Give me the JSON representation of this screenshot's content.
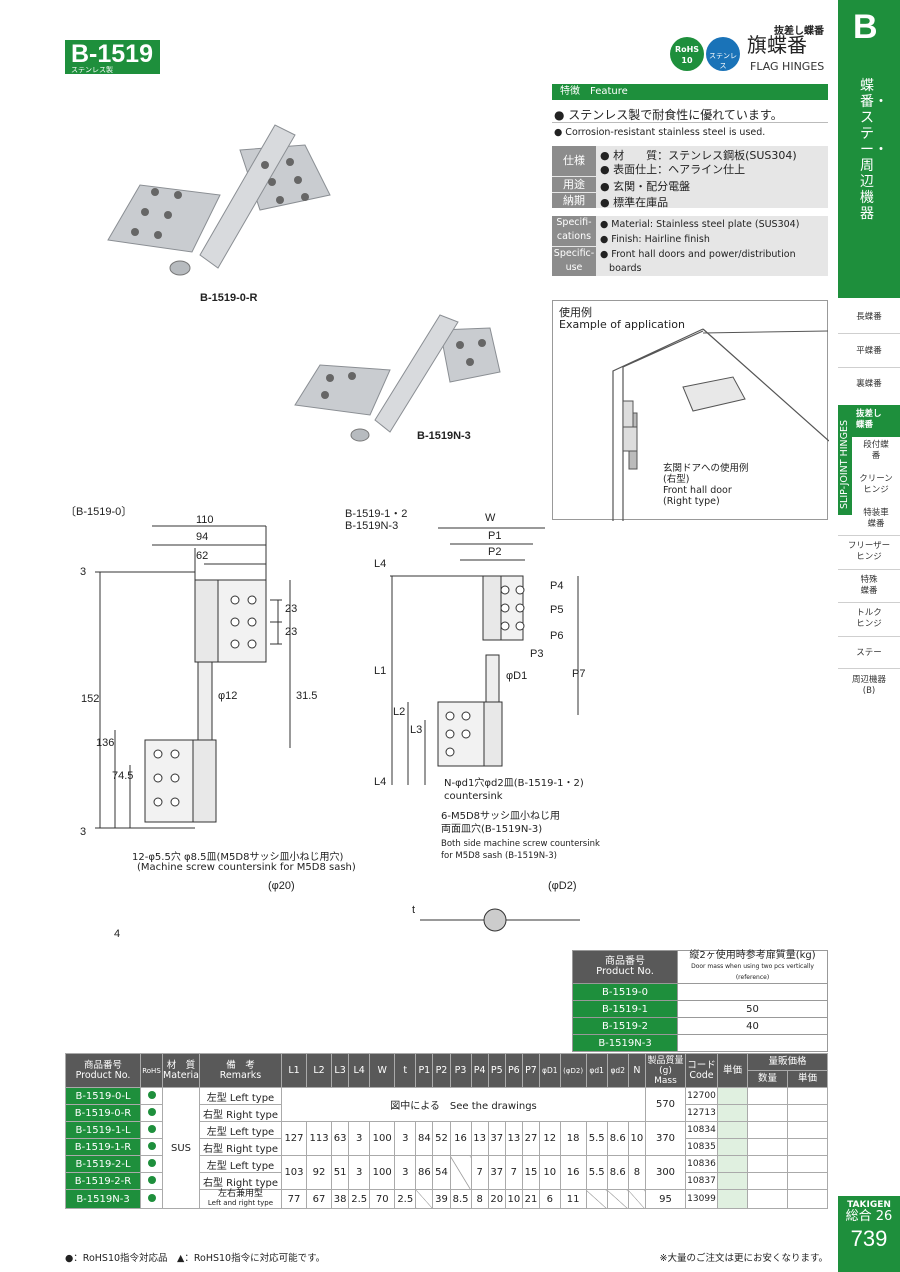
{
  "header": {
    "code": "B-1519",
    "code_sub": "ステンレス製",
    "jp_small": "抜差し蝶番",
    "jp_title": "旗蝶番",
    "en_title": "FLAG HINGES",
    "rohs_line1": "RoHS",
    "rohs_line2": "10",
    "sus_badge": "ステンレス"
  },
  "sidebar": {
    "letter": "B",
    "vertical": "蝶番・ステー・周辺機器",
    "slip": "SLIP-JOINT HINGES",
    "items": [
      "長蝶番",
      "平蝶番",
      "裏蝶番",
      "抜差し蝶番",
      "段付蝶番",
      "クリーンヒンジ",
      "特装車蝶番",
      "フリーザーヒンジ",
      "特殊蝶番",
      "トルクヒンジ",
      "ステー",
      "周辺機器(B)"
    ]
  },
  "feature": {
    "bar": "特徴　Feature",
    "jp": "● ステンレス製で耐食性に優れています。",
    "en": "● Corrosion-resistant stainless steel is used."
  },
  "spec_jp": [
    {
      "k": "仕様",
      "lines": [
        "● 材　　質：ステンレス鋼板(SUS304)",
        "● 表面仕上：ヘアライン仕上"
      ]
    },
    {
      "k": "用途",
      "lines": [
        "● 玄関・配分電盤"
      ]
    },
    {
      "k": "納期",
      "lines": [
        "● 標準在庫品"
      ]
    }
  ],
  "spec_en": [
    {
      "k1": "Specifi-",
      "k2": "cations",
      "lines": [
        "● Material: Stainless steel plate (SUS304)",
        "● Finish: Hairline finish"
      ]
    },
    {
      "k1": "Specific-",
      "k2": "use",
      "lines": [
        "● Front hall doors and power/distribution",
        "   boards"
      ]
    }
  ],
  "application": {
    "title": "使用例",
    "title_en": "Example of application",
    "cap1": "玄関ドアへの使用例",
    "cap2": "(右型)",
    "cap3": "Front hall door",
    "cap4": "(Right type)"
  },
  "photos": {
    "p1": "B-1519-0-R",
    "p2": "B-1519N-3"
  },
  "drawing1": {
    "title": "〔B-1519-0〕",
    "d110": "110",
    "d94": "94",
    "d62": "62",
    "d3a": "3",
    "d23a": "23",
    "d23b": "23",
    "d152": "152",
    "d136": "136",
    "d12": "φ12",
    "d315": "31.5",
    "d745": "74.5",
    "d3b": "3",
    "note1": "12-φ5.5穴 φ8.5皿(M5D8サッシ皿小ねじ用穴)",
    "note2": "(Machine screw countersink for M5D8 sash)",
    "d20": "(φ20)",
    "d4": "4"
  },
  "drawing2": {
    "title1": "B-1519-1・2",
    "title2": "B-1519N-3",
    "W": "W",
    "P1": "P1",
    "P2": "P2",
    "L4a": "L4",
    "P4": "P4",
    "P5": "P5",
    "P6": "P6",
    "P3": "P3",
    "L1": "L1",
    "D1": "φD1",
    "P7": "P7",
    "L2": "L2",
    "L3": "L3",
    "L4b": "L4",
    "note1": "N-φd1穴φd2皿(B-1519-1・2)",
    "note2": "countersink",
    "note3": "6-M5D8サッシ皿小ねじ用",
    "note4": "両面皿穴(B-1519N-3)",
    "note5": "Both side machine screw countersink",
    "note6": "for M5D8 sash (B-1519N-3)",
    "D2": "(φD2)",
    "t": "t"
  },
  "mass_table": {
    "h1": "商品番号",
    "h1e": "Product No.",
    "h2": "縦2ヶ使用時参考扉質量(kg)",
    "h2e": "Door mass when using two pcs vertically (reference)",
    "rows": [
      [
        "B-1519-0",
        ""
      ],
      [
        "B-1519-1",
        "50"
      ],
      [
        "B-1519-2",
        "40"
      ],
      [
        "B-1519N-3",
        ""
      ]
    ]
  },
  "main_table": {
    "headers": [
      "商品番号",
      "Product No.",
      "RoHS",
      "材　質",
      "Materia",
      "備　考",
      "Remarks",
      "L1",
      "L2",
      "L3",
      "L4",
      "W",
      "t",
      "P1",
      "P2",
      "P3",
      "P4",
      "P5",
      "P6",
      "P7",
      "φD1",
      "(φD2)",
      "φd1",
      "φd2",
      "N",
      "製品質量",
      "(g)",
      "Mass",
      "コード",
      "Code",
      "単価",
      "量販価格",
      "数量",
      "単価"
    ],
    "rows": [
      {
        "pn": "B-1519-0-L",
        "rem": "左型 Left type",
        "code": "12700"
      },
      {
        "pn": "B-1519-0-R",
        "rem": "右型 Right type",
        "code": "12713"
      },
      {
        "pn": "B-1519-1-L",
        "rem": "左型 Left type",
        "code": "10834"
      },
      {
        "pn": "B-1519-1-R",
        "rem": "右型 Right type",
        "code": "10835"
      },
      {
        "pn": "B-1519-2-L",
        "rem": "左型 Left type",
        "code": "10836"
      },
      {
        "pn": "B-1519-2-R",
        "rem": "右型 Right type",
        "code": "10837"
      },
      {
        "pn": "B-1519N-3",
        "rem": "左右兼用型",
        "rem2": "Left and right type",
        "code": "13099"
      }
    ],
    "material": "SUS",
    "see_drawings": "図中による　See the drawings",
    "mass0": "570",
    "dims1": [
      "127",
      "113",
      "63",
      "3",
      "100",
      "3",
      "84",
      "52",
      "16",
      "13",
      "37",
      "13",
      "27",
      "12",
      "18",
      "5.5",
      "8.6",
      "10"
    ],
    "mass1": "370",
    "dims2": [
      "103",
      "92",
      "51",
      "3",
      "100",
      "3",
      "86",
      "54",
      "",
      "7",
      "37",
      "7",
      "15",
      "10",
      "16",
      "5.5",
      "8.6",
      "8"
    ],
    "mass2": "300",
    "dims3": [
      "77",
      "67",
      "38",
      "2.5",
      "70",
      "2.5",
      "",
      "39",
      "8.5",
      "8",
      "20",
      "10",
      "21",
      "6",
      "11",
      "",
      "",
      ""
    ],
    "mass3": "95"
  },
  "footer": {
    "left": "●：RoHS10指令対応品　▲：RoHS10指令に対応可能です。",
    "right": "※大量のご注文は更にお安くなります。",
    "brand": "TAKIGEN",
    "sogo": "総合 26",
    "page": "739"
  }
}
